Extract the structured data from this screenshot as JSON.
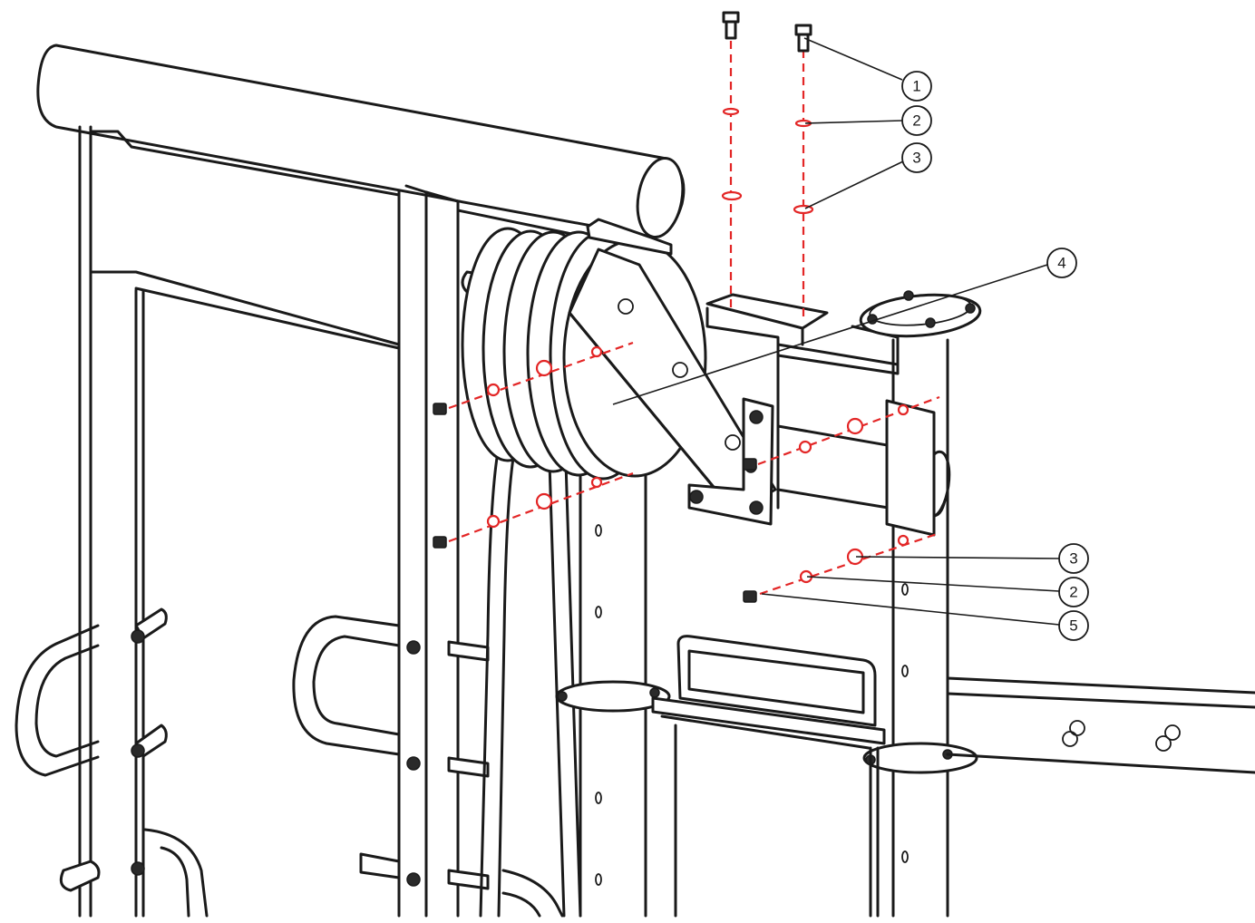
{
  "callouts": [
    {
      "id": "c1",
      "label": "1"
    },
    {
      "id": "c2-top",
      "label": "2"
    },
    {
      "id": "c3-top",
      "label": "3"
    },
    {
      "id": "c4",
      "label": "4"
    },
    {
      "id": "c3-bottom",
      "label": "3"
    },
    {
      "id": "c2-bottom",
      "label": "2"
    },
    {
      "id": "c5",
      "label": "5"
    }
  ],
  "colors": {
    "line": "#1a1a1a",
    "explode_line": "#e32626",
    "background": "#ffffff"
  }
}
